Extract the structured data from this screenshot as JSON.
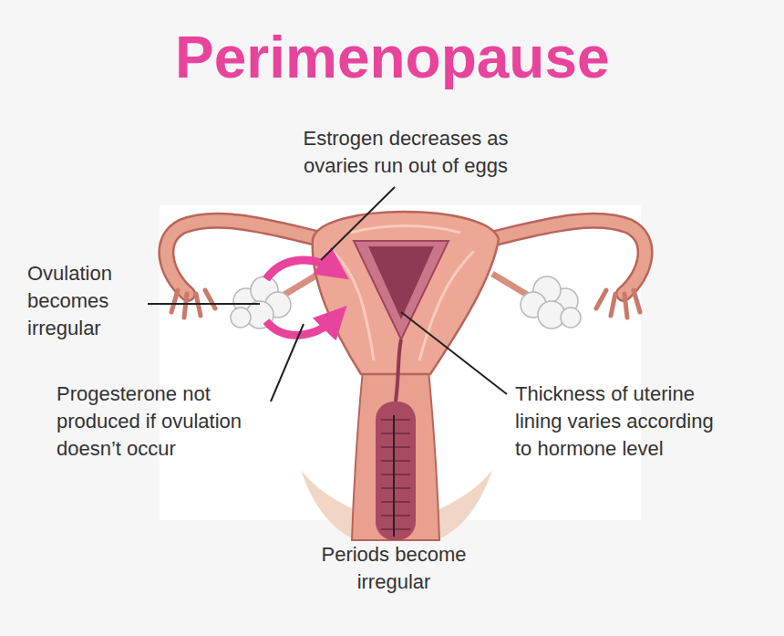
{
  "diagram": {
    "title": "Perimenopause",
    "labels": [
      "Estrogen decreases as ovaries run out of eggs",
      "Ovulation becomes irregular",
      "Progesterone not produced if ovulation doesn’t occur",
      "Thickness of uterine lining varies according to hormone level",
      "Periods become irregular"
    ]
  }
}
